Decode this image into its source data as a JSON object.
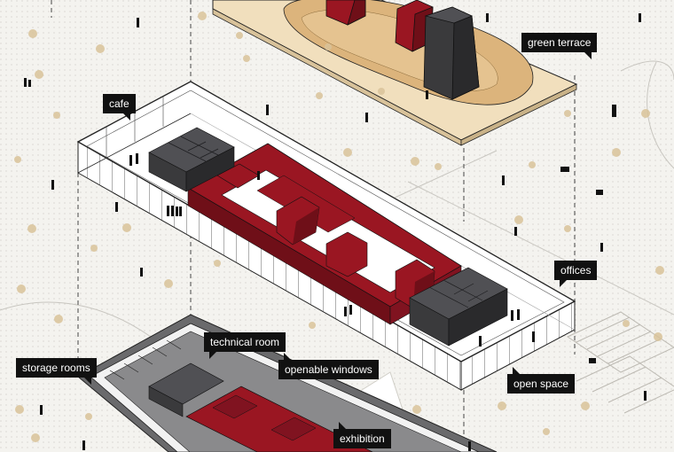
{
  "labels": {
    "green_terrace": "green terrace",
    "cafe": "cafe",
    "offices": "offices",
    "technical_room": "technical room",
    "storage_rooms": "storage rooms",
    "openable_windows": "openable windows",
    "open_space": "open space",
    "exhibition": "exhibition"
  },
  "colors": {
    "background": "#f4f3ef",
    "grid_dot": "#c9c7c0",
    "terrace_fill": "#f1dfbd",
    "terrace_hill": "#dcb47c",
    "red": "#9a1622",
    "red_dark": "#6f0f18",
    "dark_volume": "#3a3a3c",
    "dark_top": "#505054",
    "glass": "#ffffff",
    "line": "#222222",
    "label_bg": "#111111",
    "label_text": "#ffffff"
  }
}
